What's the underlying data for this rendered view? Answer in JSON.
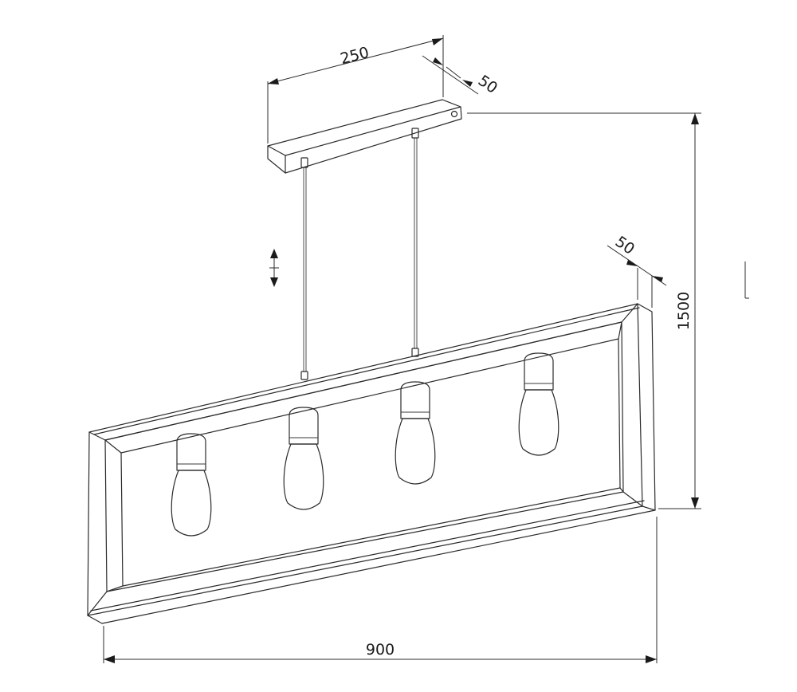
{
  "dimensions": {
    "canopy_length": "250",
    "canopy_depth": "50",
    "frame_depth": "50",
    "height": "1500",
    "width": "900"
  },
  "colors": {
    "line": "#2b2b2b",
    "background": "#ffffff"
  },
  "icons": {
    "adjustable_height": "height-adjust-arrows-icon"
  },
  "bulbs": [
    {
      "id": "bulb-1"
    },
    {
      "id": "bulb-2"
    },
    {
      "id": "bulb-3"
    },
    {
      "id": "bulb-4"
    }
  ]
}
